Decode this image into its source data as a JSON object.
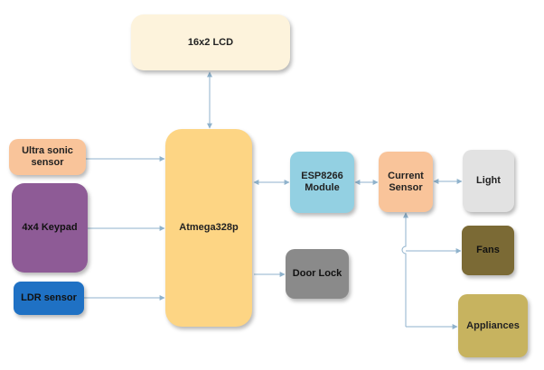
{
  "blocks": {
    "lcd": {
      "label": "16x2 LCD",
      "color": "#fdf3dc"
    },
    "ultrasonic": {
      "label": "Ultra sonic\nsensor",
      "color": "#f9c49a"
    },
    "keypad": {
      "label": "4x4 Keypad",
      "color": "#8e5b96"
    },
    "ldr": {
      "label": "LDR  sensor",
      "color": "#1f71c4"
    },
    "mcu": {
      "label": "Atmega328p",
      "color": "#fdd584"
    },
    "esp": {
      "label": "ESP8266\nModule",
      "color": "#93d0e2"
    },
    "current": {
      "label": "Current\nSensor",
      "color": "#f9c49a"
    },
    "light": {
      "label": "Light",
      "color": "#e2e2e2"
    },
    "fans": {
      "label": "Fans",
      "color": "#7b6a35"
    },
    "appliances": {
      "label": "Appliances",
      "color": "#c7b35f"
    },
    "doorlock": {
      "label": "Door Lock",
      "color": "#8a8a8a"
    }
  },
  "connector_color": "#8fb2cc"
}
